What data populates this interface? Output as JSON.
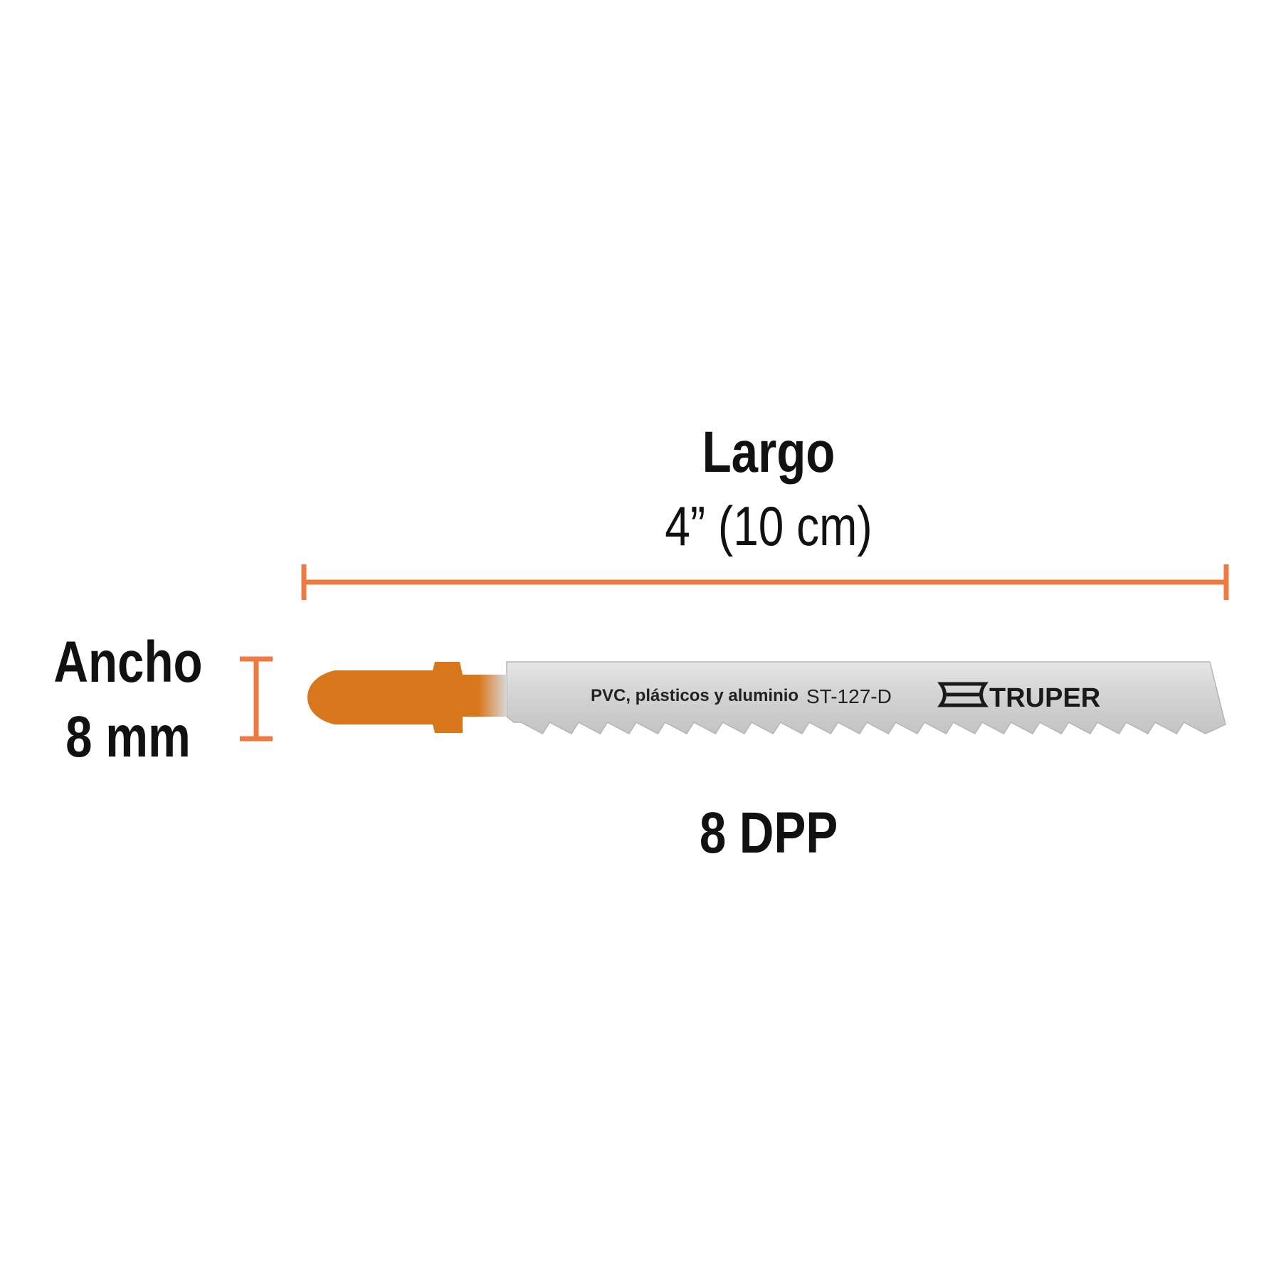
{
  "dimensions": {
    "length_title": "Largo",
    "length_value": "4” (10 cm)",
    "width_title": "Ancho",
    "width_value": "8 mm",
    "teeth_value": "8 DPP"
  },
  "blade": {
    "material_text": "PVC, plásticos y aluminio",
    "model_code": "ST-127-D",
    "brand": "TRUPER",
    "shank_color": "#d9771c",
    "blade_color": "#d8d8d8"
  },
  "colors": {
    "dimension_line": "#ee7a3f",
    "text": "#111111"
  }
}
